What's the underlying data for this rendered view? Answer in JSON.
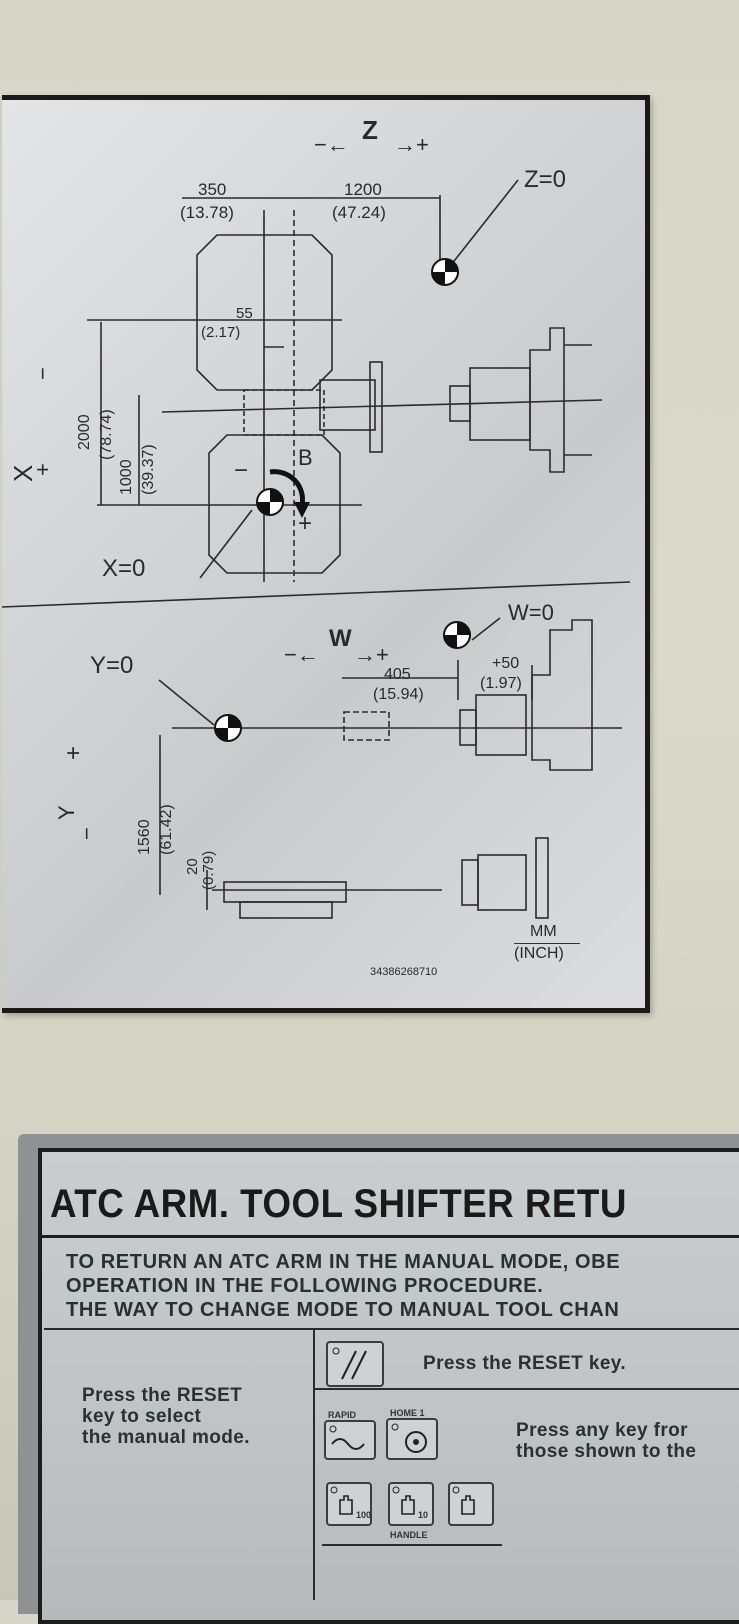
{
  "upper_plate": {
    "z_axis": {
      "label": "Z",
      "minus": "−←",
      "plus": "→+"
    },
    "dim_350": "350",
    "dim_350_in": "(13.78)",
    "dim_1200": "1200",
    "dim_1200_in": "(47.24)",
    "z_zero": "Z=0",
    "dim_55": "55",
    "dim_55_in": "(2.17)",
    "x_axis": {
      "label": "X",
      "plus": "+",
      "minus": "−"
    },
    "dim_2000": "2000",
    "dim_2000_in": "(78.74)",
    "dim_1000": "1000",
    "dim_1000_in": "(39.37)",
    "b_axis": {
      "label": "B",
      "minus": "−",
      "plus": "+"
    },
    "x_zero": "X=0",
    "w_axis": {
      "label": "W",
      "minus": "−←",
      "plus": "→+"
    },
    "w_zero": "W=0",
    "y_zero": "Y=0",
    "dim_405": "405",
    "dim_405_in": "(15.94)",
    "dim_50": "+50",
    "dim_50_in": "(1.97)",
    "y_axis": {
      "label": "Y",
      "plus": "+",
      "minus": "−"
    },
    "dim_1560": "1560",
    "dim_1560_in": "(61.42)",
    "dim_20": "20",
    "dim_20_in": "(0.79)",
    "unit_mm": "MM",
    "unit_inch": "(INCH)",
    "part_no": "34386268710"
  },
  "lower_plate": {
    "title": "ATC ARM. TOOL SHIFTER RETU",
    "line1": "TO RETURN AN ATC ARM IN THE MANUAL MODE, OBE",
    "line2": "OPERATION IN THE FOLLOWING PROCEDURE.",
    "line3": "THE WAY TO CHANGE MODE TO MANUAL TOOL CHAN",
    "left_step_1": "Press the RESET",
    "left_step_2": "key to select",
    "left_step_3": "the manual mode.",
    "reset_step": "Press the RESET key.",
    "any_key_1": "Press any key fror",
    "any_key_2": "those shown to the",
    "key_rapid": "RAPID",
    "key_home": "HOME 1",
    "key_handle": "HANDLE",
    "key_x100": "100",
    "key_x10": "10"
  }
}
